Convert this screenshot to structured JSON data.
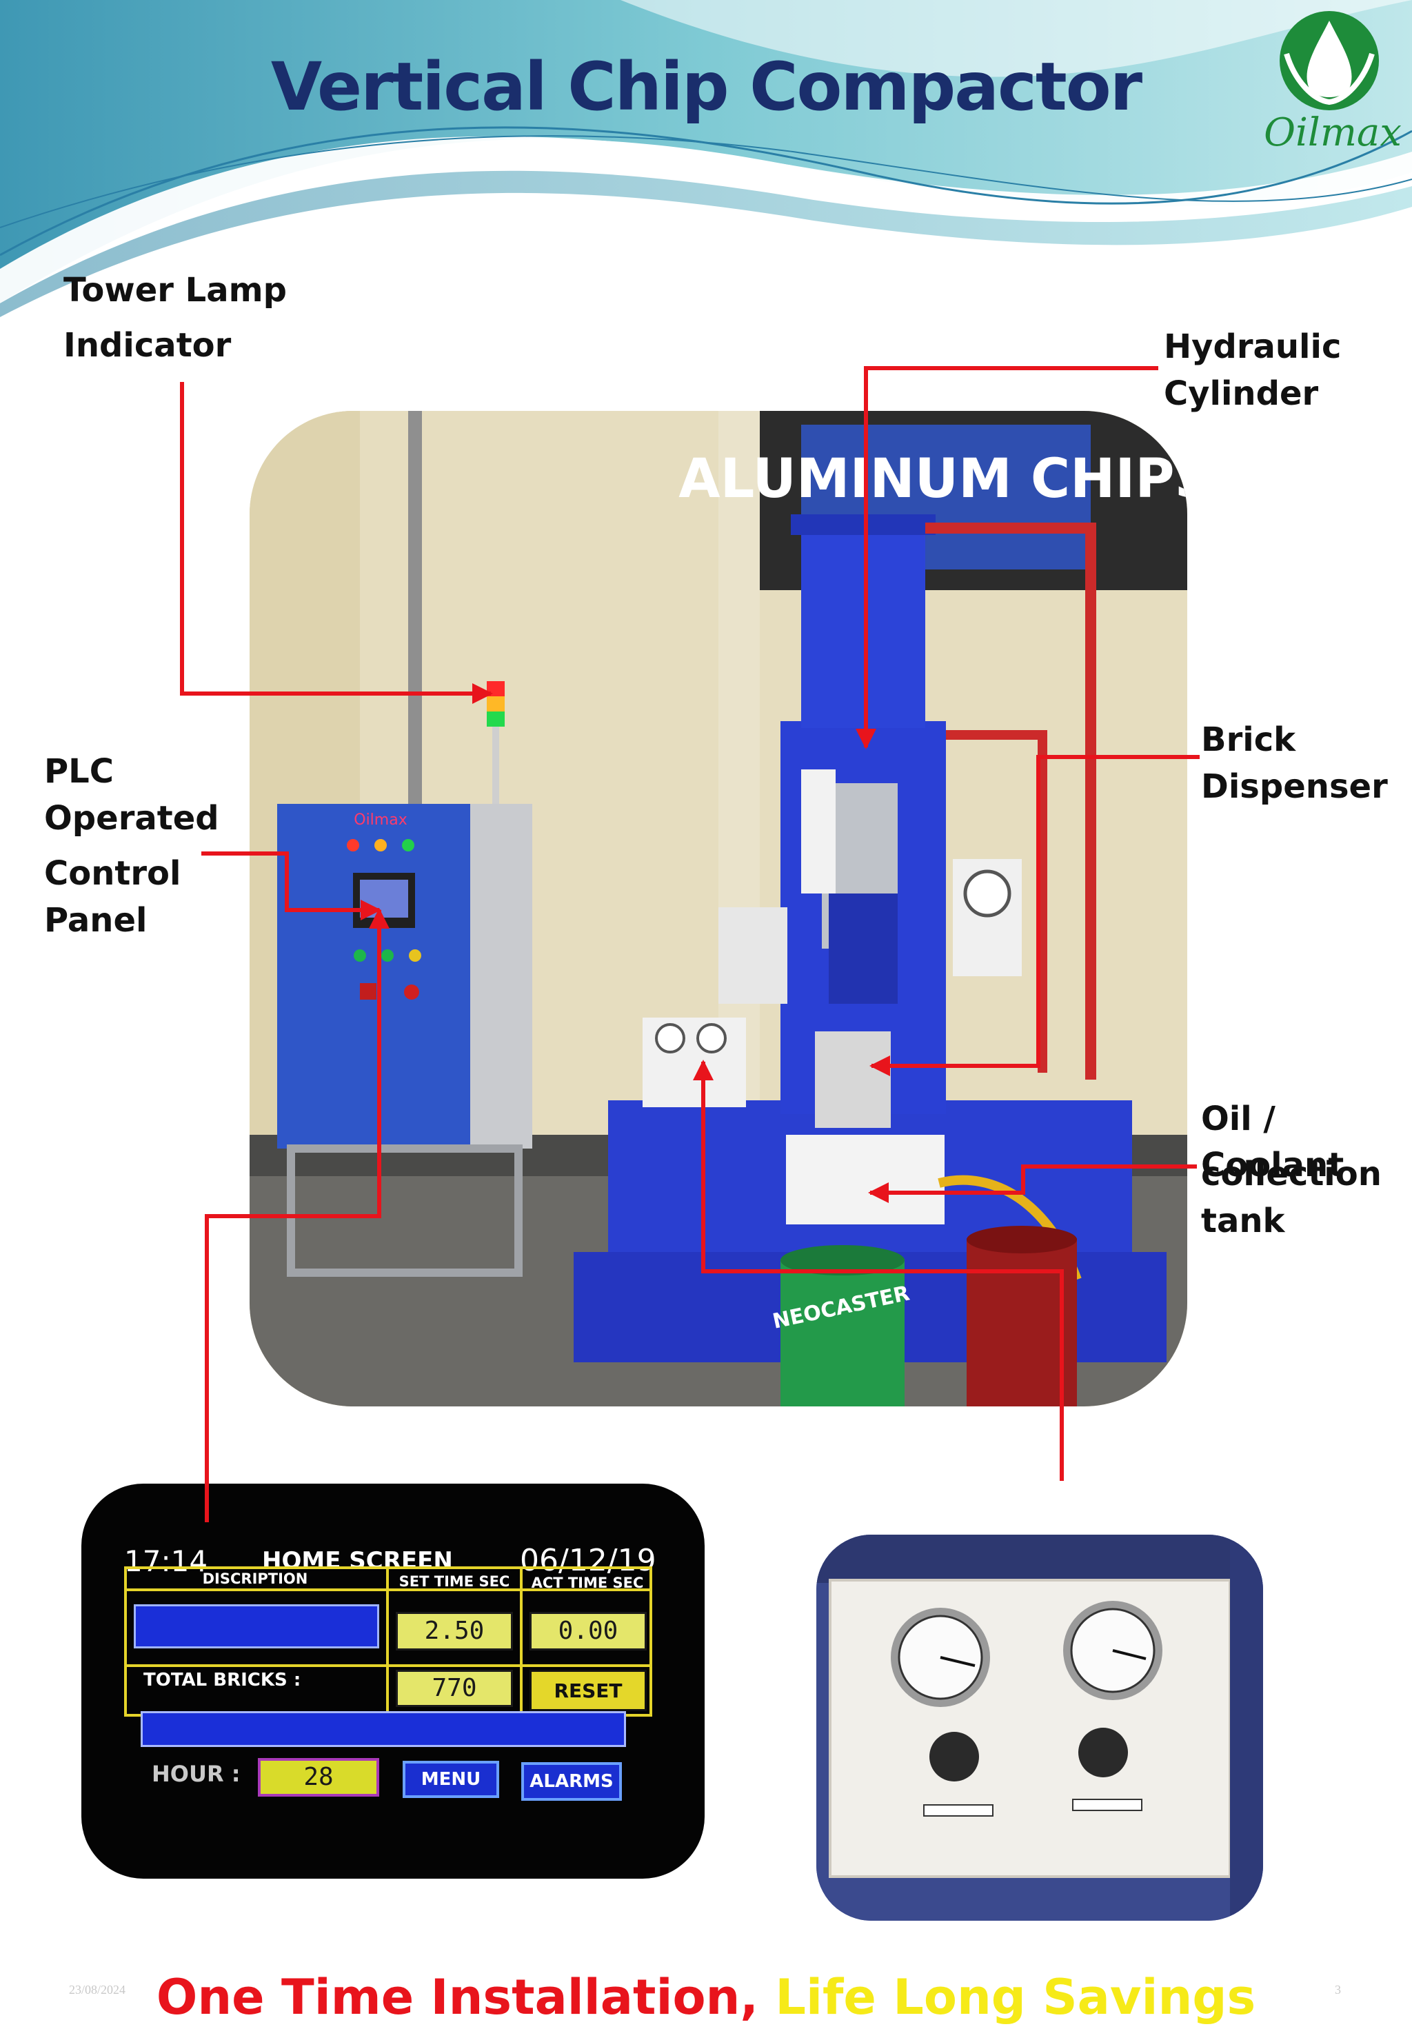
{
  "title": "Vertical Chip Compactor",
  "logo": {
    "text": "Oilmax",
    "icon": "oil-drop-icon",
    "color": "#1e8c3a"
  },
  "labels": {
    "tower_lamp": [
      "Tower Lamp",
      "Indicator"
    ],
    "hydraulic_cylinder": [
      "Hydraulic",
      "Cylinder"
    ],
    "brick_dispenser": [
      "Brick",
      "Dispenser"
    ],
    "plc_panel": [
      "PLC",
      "Operated",
      "Control",
      "Panel"
    ],
    "oil_tank": [
      "Oil / Coolant",
      "collection",
      "tank"
    ]
  },
  "photo": {
    "sign_text": "ALUMINUM CHIPS",
    "panel_brand": "Oilmax",
    "bucket_text": "NEOCASTER"
  },
  "hmi": {
    "time": "17:14",
    "screen_title": "HOME SCREEN",
    "date": "06/12/19",
    "col_description": "DISCRIPTION",
    "col_set_time": "SET TIME SEC",
    "col_act_time": "ACT TIME SEC",
    "set_time_value": "2.50",
    "act_time_value": "0.00",
    "total_bricks_label": "TOTAL BRICKS :",
    "total_bricks_value": "770",
    "reset_button": "RESET",
    "hour_label": "HOUR :",
    "hour_value": "28",
    "menu_button": "MENU",
    "alarms_button": "ALARMS"
  },
  "footer": {
    "part1": "One Time Installation, ",
    "part2": "Life Long Savings",
    "date": "23/08/2024",
    "page": "3"
  },
  "colors": {
    "title": "#1a2e6c",
    "connector": "#e8141c",
    "machine_blue": "#2537c9",
    "footer_red": "#e8141c",
    "footer_yellow": "#f6ea18"
  }
}
